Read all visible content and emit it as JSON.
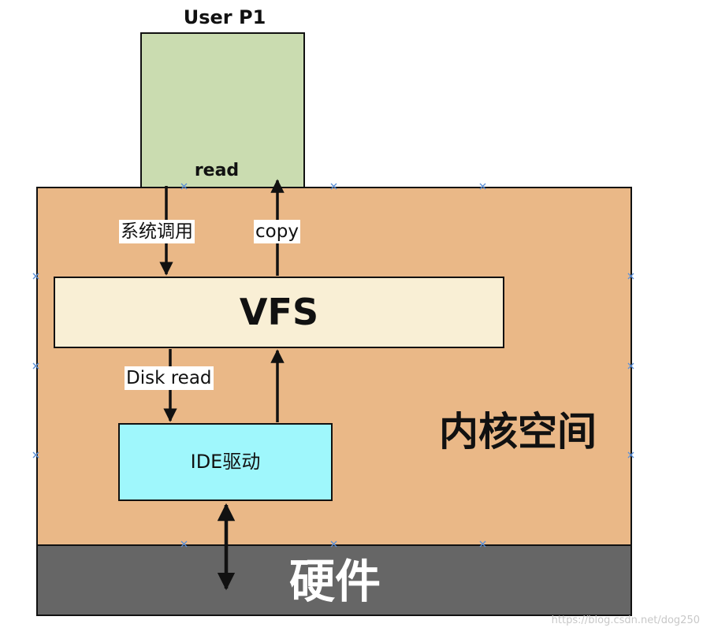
{
  "user_process": {
    "title": "User P1",
    "read_label": "read"
  },
  "kernel": {
    "label": "内核空间"
  },
  "vfs": {
    "label": "VFS"
  },
  "ide_driver": {
    "label": "IDE驱动"
  },
  "hardware": {
    "label": "硬件"
  },
  "edges": {
    "syscall": "系统调用",
    "copy": "copy",
    "disk_read": "Disk read"
  },
  "watermark": "https://blog.csdn.net/dog250",
  "colors": {
    "user_box": "#cadcb0",
    "kernel_box": "#eab887",
    "vfs_box": "#f9efd5",
    "ide_box": "#9ff7fc",
    "hardware_box": "#666666",
    "selection_handle": "#5a8fd8"
  }
}
